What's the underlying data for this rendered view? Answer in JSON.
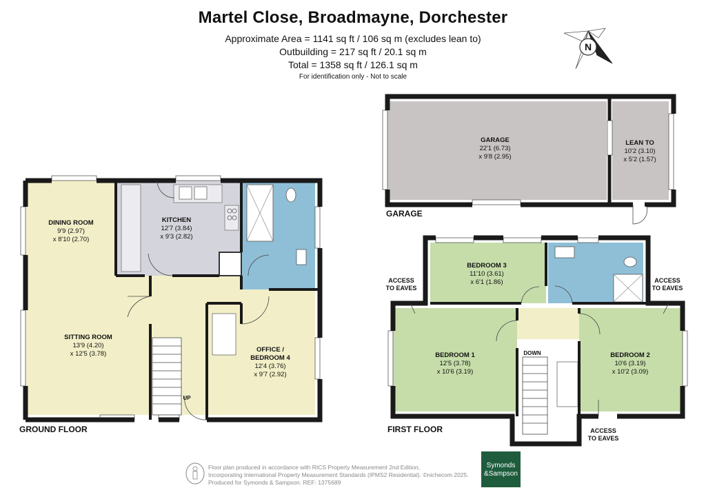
{
  "header": {
    "title": "Martel Close, Broadmayne, Dorchester",
    "area_main": "Approximate Area = 1141 sq ft / 106 sq m (excludes lean to)",
    "area_outbuilding": "Outbuilding = 217 sq ft / 20.1 sq m",
    "area_total": "Total = 1358 sq ft / 126.1 sq m",
    "note": "For identification only - Not to scale"
  },
  "compass": {
    "letter": "N",
    "icon": "compass-icon"
  },
  "colors": {
    "living": "#f2efc8",
    "kitchen": "#d4d4dc",
    "bathroom": "#8fbfd7",
    "bedroom": "#c6ddaa",
    "garage": "#c9c4c4",
    "wall": "#1a1a1a",
    "brand": "#1f5c3e"
  },
  "floors": {
    "ground": "GROUND FLOOR",
    "first": "FIRST FLOOR",
    "garage": "GARAGE"
  },
  "rooms": {
    "dining": {
      "name": "DINING ROOM",
      "imp": "9'9 (2.97)",
      "met": "x 8'10 (2.70)"
    },
    "kitchen": {
      "name": "KITCHEN",
      "imp": "12'7 (3.84)",
      "met": "x 9'3 (2.82)"
    },
    "sitting": {
      "name": "SITTING ROOM",
      "imp": "13'9 (4.20)",
      "met": "x 12'5 (3.78)"
    },
    "office": {
      "name1": "OFFICE /",
      "name2": "BEDROOM 4",
      "imp": "12'4 (3.76)",
      "met": "x 9'7 (2.92)"
    },
    "garage": {
      "name": "GARAGE",
      "imp": "22'1 (6.73)",
      "met": "x 9'8 (2.95)"
    },
    "leanto": {
      "name": "LEAN TO",
      "imp": "10'2 (3.10)",
      "met": "x 5'2 (1.57)"
    },
    "bed3": {
      "name": "BEDROOM 3",
      "imp": "11'10 (3.61)",
      "met": "x 6'1 (1.86)"
    },
    "bed1": {
      "name": "BEDROOM 1",
      "imp": "12'5 (3.78)",
      "met": "x 10'6 (3.19)"
    },
    "bed2": {
      "name": "BEDROOM 2",
      "imp": "10'6 (3.19)",
      "met": "x 10'2 (3.09)"
    }
  },
  "labels": {
    "up": "UP",
    "down": "DOWN",
    "access_l1": "ACCESS",
    "access_l2": "TO EAVES"
  },
  "footer": {
    "line1": "Floor plan produced in accordance with RICS Property Measurement 2nd Edition,",
    "line2": "Incorporating International Property Measurement Standards (IPMS2 Residential).  ©nichecom 2025.",
    "line3": "Produced for Symonds & Sampson.   REF: 1375689",
    "brand1": "Symonds",
    "brand2": "&Sampson"
  }
}
